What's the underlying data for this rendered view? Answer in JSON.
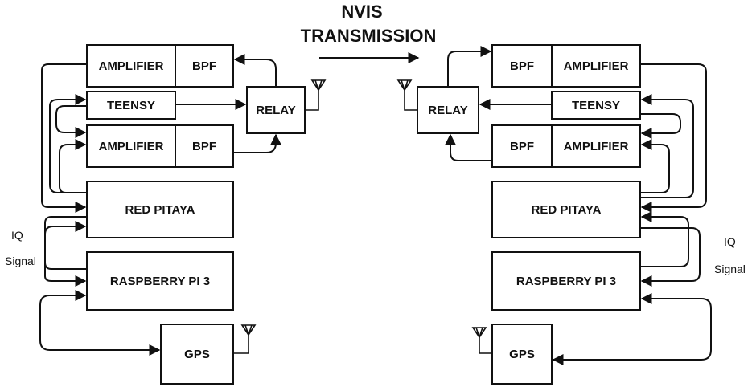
{
  "title_line1": "NVIS",
  "title_line2": "TRANSMISSION",
  "left": {
    "amplifier_top": "AMPLIFIER",
    "bpf_top": "BPF",
    "teensy": "TEENSY",
    "relay": "RELAY",
    "amplifier_bottom": "AMPLIFIER",
    "bpf_bottom": "BPF",
    "red_pitaya": "RED PITAYA",
    "raspberry": "RASPBERRY PI 3",
    "gps": "GPS",
    "iq_line1": "IQ",
    "iq_line2": "Signal"
  },
  "right": {
    "bpf_top": "BPF",
    "amplifier_top": "AMPLIFIER",
    "relay": "RELAY",
    "teensy": "TEENSY",
    "bpf_bottom": "BPF",
    "amplifier_bottom": "AMPLIFIER",
    "red_pitaya": "RED PITAYA",
    "raspberry": "RASPBERRY PI 3",
    "gps": "GPS",
    "iq_line1": "IQ",
    "iq_line2": "Signal"
  },
  "colors": {
    "stroke": "#111111",
    "background": "#ffffff"
  }
}
